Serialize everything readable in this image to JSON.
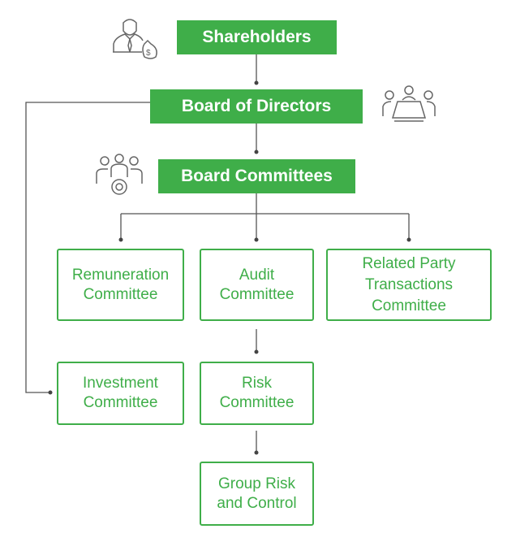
{
  "nodes": {
    "shareholders": "Shareholders",
    "board": "Board of Directors",
    "committees": "Board Committees",
    "remuneration": [
      "Remuneration",
      "Committee"
    ],
    "audit": [
      "Audit",
      "Committee"
    ],
    "related": [
      "Related Party",
      "Transactions",
      "Committee"
    ],
    "investment": [
      "Investment",
      "Committee"
    ],
    "risk": [
      "Risk",
      "Committee"
    ],
    "group_risk": [
      "Group Risk",
      "and Control"
    ]
  },
  "colors": {
    "accent": "#3fae49",
    "line": "#555555",
    "icon": "#666666"
  },
  "icons": [
    "shareholder-money-icon",
    "boardroom-meeting-icon",
    "team-gear-icon"
  ]
}
